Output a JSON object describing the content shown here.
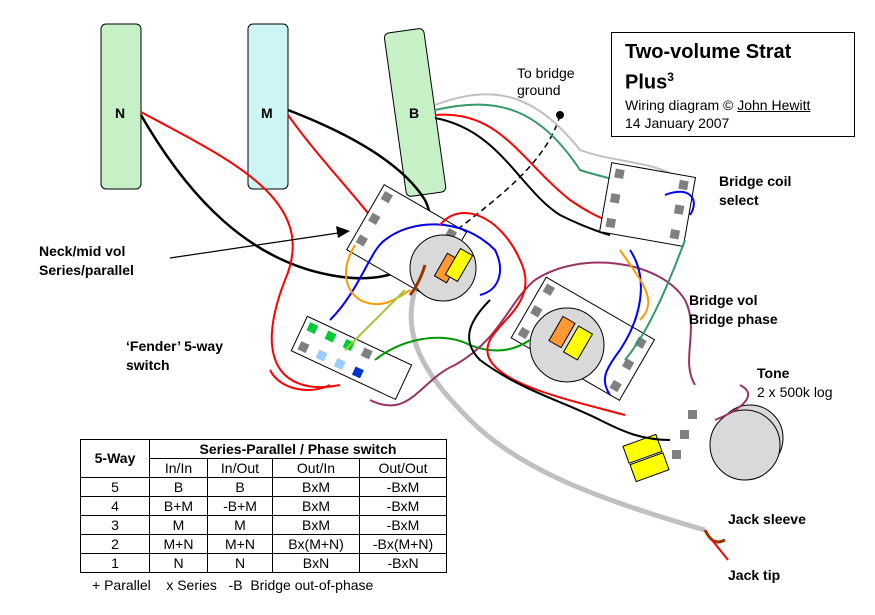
{
  "title": {
    "line1": "Two-volume Strat",
    "line2": "Plus",
    "line2_sup": "3",
    "subtitle_prefix": "Wiring diagram © ",
    "author": "John Hewitt",
    "date": "14 January 2007"
  },
  "pickups": {
    "neck": "N",
    "middle": "M",
    "bridge": "B"
  },
  "labels": {
    "to_bridge_ground_1": "To bridge",
    "to_bridge_ground_2": "ground",
    "bridge_coil_1": "Bridge coil",
    "bridge_coil_2": "select",
    "neck_mid_1": "Neck/mid vol",
    "neck_mid_2": "Series/parallel",
    "bridge_vol_1": "Bridge vol",
    "bridge_vol_2": "Bridge phase",
    "fender_1": "‘Fender’ 5-way",
    "fender_2": "switch",
    "tone_1": "Tone",
    "tone_2": "2 x 500k log",
    "jack_sleeve": "Jack sleeve",
    "jack_tip": "Jack tip"
  },
  "table": {
    "col_way": "5-Way",
    "group_header": "Series-Parallel / Phase switch",
    "sub_headers": [
      "In/In",
      "In/Out",
      "Out/In",
      "Out/Out"
    ],
    "rows": [
      [
        "5",
        "B",
        "B",
        "BxM",
        "-BxM"
      ],
      [
        "4",
        "B+M",
        "-B+M",
        "BxM",
        "-BxM"
      ],
      [
        "3",
        "M",
        "M",
        "BxM",
        "-BxM"
      ],
      [
        "2",
        "M+N",
        "M+N",
        "Bx(M+N)",
        "-Bx(M+N)"
      ],
      [
        "1",
        "N",
        "N",
        "BxN",
        "-BxN"
      ]
    ]
  },
  "legend": "+ Parallel    x Series   -B  Bridge out-of-phase",
  "colors": {
    "neck_pickup": "#c6f0c6",
    "middle_pickup": "#cdf5f5",
    "bridge_pickup": "#c6f0c6",
    "pot_body": "#d9d9d9",
    "wire_red": "#ff0000",
    "wire_black": "#000000",
    "wire_blue": "#0000ff",
    "wire_green": "#009900",
    "wire_orange": "#ff9900",
    "wire_purple": "#993366",
    "wire_grey": "#c0c0c0",
    "wire_lime": "#99cc33",
    "capacitor_orange": "#ff9933",
    "capacitor_yellow": "#ffff00"
  }
}
